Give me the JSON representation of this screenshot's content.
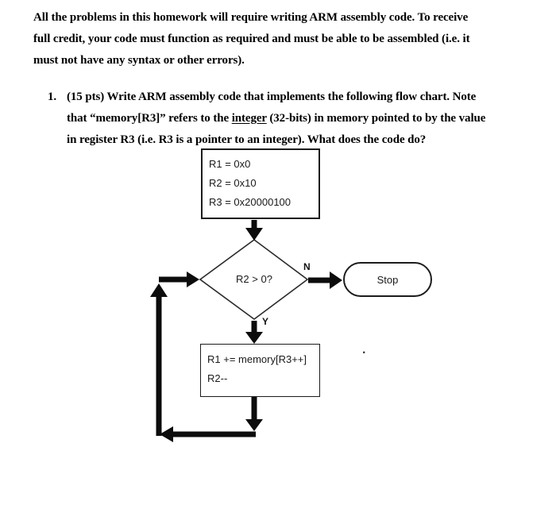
{
  "page": {
    "intro_lines": [
      "All the problems in this homework will require writing ARM assembly code. To receive",
      "full credit, your code must function as required and must be able to be assembled (i.e. it",
      "must not have any syntax or other errors)."
    ],
    "question": {
      "number": "1.",
      "line1": "(15 pts) Write ARM assembly code that implements the following flow chart. Note",
      "line2_pre": "that “memory[R3]” refers to the ",
      "line2_underline": "integer",
      "line2_post": " (32-bits) in memory pointed to by the value",
      "line3": "in register R3 (i.e. R3 is a pointer to an integer). What does the code do?"
    }
  },
  "flowchart": {
    "init_box": {
      "line1": "R1 = 0x0",
      "line2": "R2 = 0x10",
      "line3": "R3 = 0x20000100"
    },
    "decision": {
      "label": "R2 > 0?",
      "no_branch": "N",
      "yes_branch": "Y"
    },
    "stop_label": "Stop",
    "body_box": {
      "line1": "R1 += memory[R3++]",
      "line2": "R2--"
    },
    "stray_mark": "."
  },
  "colors": {
    "ink": "#000000",
    "flow_text": "#1a1a1a",
    "arrow": "#0c0c0c",
    "background": "#ffffff"
  }
}
